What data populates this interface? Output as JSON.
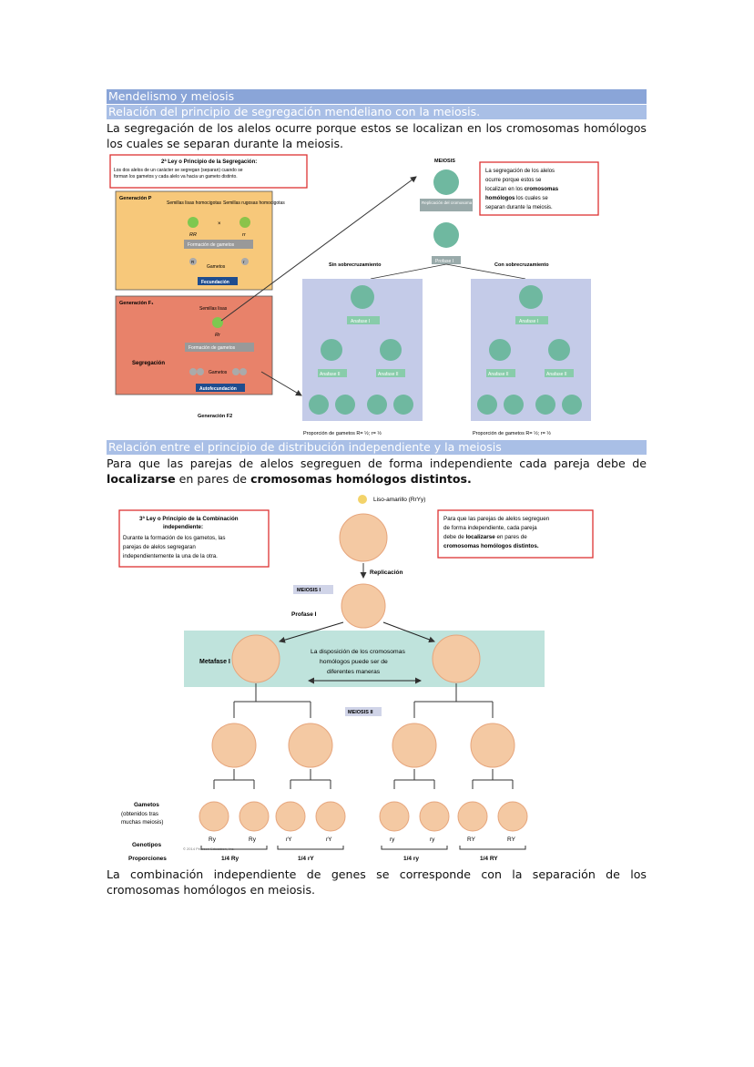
{
  "headers": {
    "h1": "Mendelismo y meiosis",
    "h2": "Relación del principio de segregación mendeliano con la meiosis.",
    "h3": "Relación entre el principio de distribución independiente y la meiosis"
  },
  "paragraphs": {
    "p1": "La segregación de los alelos ocurre porque estos se localizan en los cromosomas homólogos los cuales se separan durante la meiosis.",
    "p2_a": "Para que las parejas de alelos segreguen de forma independiente cada pareja debe de ",
    "p2_b": "localizarse",
    "p2_c": " en pares de ",
    "p2_d": "cromosomas homólogos distintos.",
    "p3": "La combinación independiente de genes se corresponde con la separación de los cromosomas homólogos en meiosis."
  },
  "figure1": {
    "law_title": "2ª Ley o Principio de la Segregación:",
    "law_text_1": "Los dos alelos de un carácter se segregan (separan) cuando se",
    "law_text_2": "forman los gametos y cada alelo va hacia un gameto distinto.",
    "gen_p": "Generación P",
    "smooth_seeds": "Semillas lisas homocigotas",
    "wrinkled_seeds": "Semillas rugosas homocigotas",
    "geno_RR": "RR",
    "geno_rr": "rr",
    "cross": "×",
    "gamete_formation": "Formación de gametos",
    "gametes": "Gametos",
    "allele_R": "R",
    "allele_r": "r",
    "fertilization": "Fecundación",
    "gen_f1": "Generación F₁",
    "smooth": "Semillas lisas",
    "geno_Rr": "Rr",
    "segregation": "Segregación",
    "gamete_formation_2": "Formación de gametos",
    "gametes_2": "Gametos",
    "self_fert": "Autofecundación",
    "gen_f2": "Generación F2",
    "meiosis": "MEIOSIS",
    "replication": "Replicación del cromosoma",
    "prophase": "Profase I",
    "no_crossover": "Sin sobrecruzamiento",
    "crossover": "Con sobrecruzamiento",
    "anaphase1": "Anafase I",
    "anaphase2": "Anafase II",
    "proportion": "Proporción de gametos R= ½; r= ½",
    "callout_1": "La segregación de los alelos",
    "callout_2": "ocurre porque estos se",
    "callout_3": "localizan en los",
    "callout_3b": "cromosomas",
    "callout_4": "homólogos",
    "callout_4b": "los cuales se",
    "callout_5": "separan durante la meiosis."
  },
  "figure2": {
    "law_title_1": "3ª Ley o Principio de la Combinación",
    "law_title_2": "independiente:",
    "law_text_1": "Durante la formación de los gametos, las",
    "law_text_2": "parejas de alelos segregaran",
    "law_text_3": "independientemente la una de la otra.",
    "legend": "Liso-amarillo (RrYy)",
    "replication": "Replicación",
    "meiosis1": "MEIOSIS I",
    "prophase": "Profase I",
    "metaphase": "Metafase I",
    "arrangement_1": "La disposición de los cromosomas",
    "arrangement_2": "homólogos puede ser de",
    "arrangement_3": "diferentes maneras",
    "meiosis2": "MEIOSIS II",
    "gametes_1": "Gametos",
    "gametes_2": "(obtenidos tras",
    "gametes_3": "muchas meiosis)",
    "genotypes": "Genotipos",
    "proportions": "Proporciones",
    "g1": "Ry",
    "g2": "Ry",
    "g3": "rY",
    "g4": "rY",
    "g5": "ry",
    "g6": "ry",
    "g7": "RY",
    "g8": "RY",
    "p1": "1/4 Ry",
    "p2": "1/4 rY",
    "p3": "1/4 ry",
    "p4": "1/4 RY",
    "callout_1": "Para que las parejas de alelos segreguen",
    "callout_2": "de forma independiente, cada pareja",
    "callout_3": "debe de",
    "callout_3b": "localizarse",
    "callout_3c": "en pares de",
    "callout_4": "cromosomas homólogos distintos.",
    "copyright": "© 2014 Pearson Education, Inc."
  },
  "colors": {
    "header_dark": "#8aa5d8",
    "header_light": "#a9bfe6",
    "panel_blue": "#c4cbe8",
    "callout_border": "#e03a3a",
    "teal_band": "#bfe3dc"
  }
}
